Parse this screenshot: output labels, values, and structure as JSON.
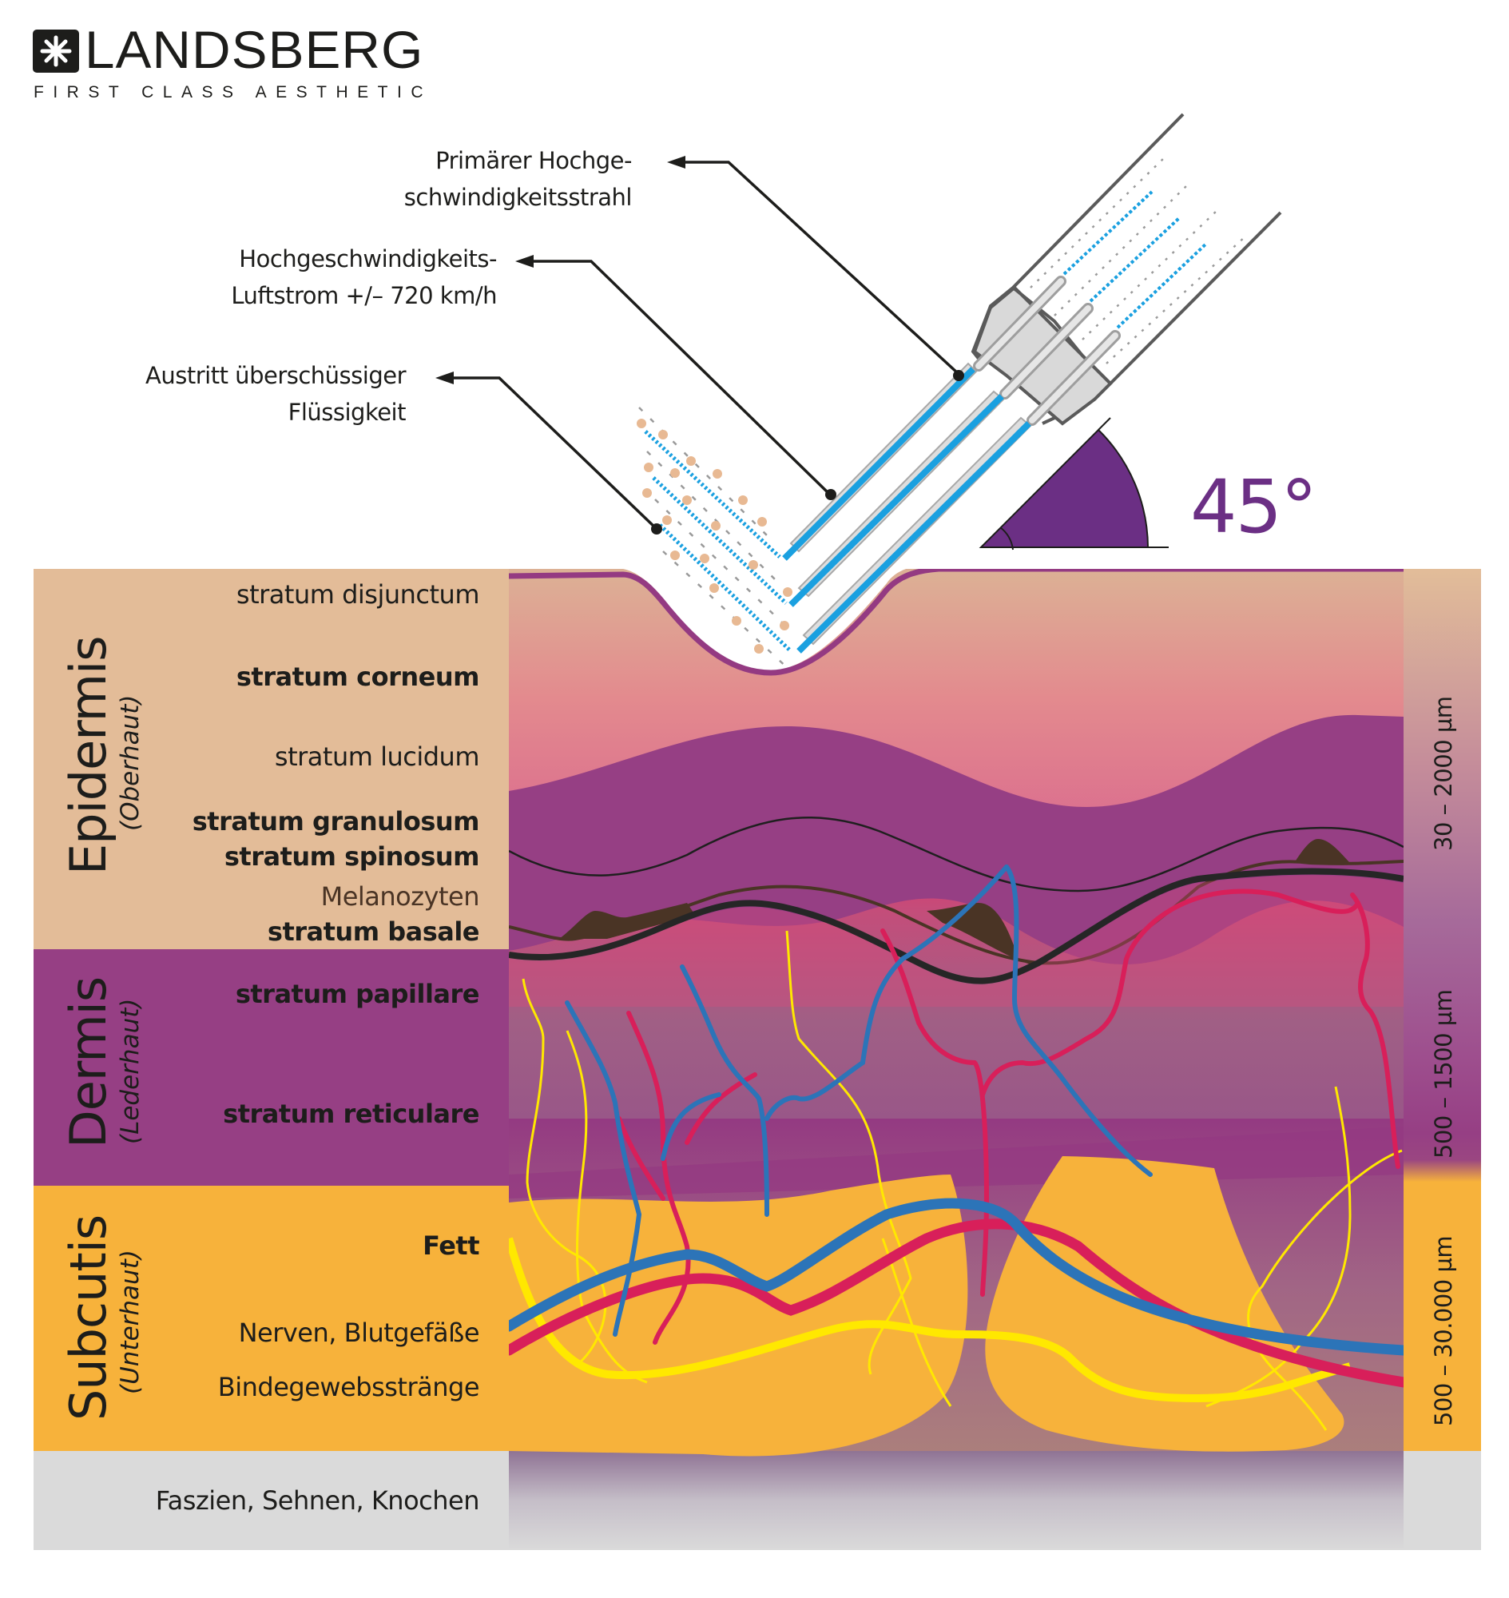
{
  "logo": {
    "brand": "LANDSBERG",
    "tagline": "FIRST CLASS AESTHETIC",
    "icon": "asterisk-icon"
  },
  "callouts": [
    {
      "id": "primary-jet",
      "lines": [
        "Primärer Hochge-",
        "schwindigkeitsstrahl"
      ]
    },
    {
      "id": "airflow",
      "lines": [
        "Hochgeschwindigkeits-",
        "Luftstrom +/– 720 km/h"
      ]
    },
    {
      "id": "excess-fluid",
      "lines": [
        "Austritt überschüssiger",
        "Flüssigkeit"
      ]
    }
  ],
  "angle": {
    "label": "45°",
    "degrees": 45
  },
  "layers": {
    "epidermis": {
      "title": "Epidermis",
      "subtitle": "(Oberhaut)",
      "thickness": "30 – 2000 µm",
      "strata": [
        {
          "label": "stratum disjunctum",
          "style": "regular"
        },
        {
          "label": "stratum corneum",
          "style": "bold"
        },
        {
          "label": "stratum lucidum",
          "style": "regular"
        },
        {
          "label": "stratum granulosum",
          "style": "bold"
        },
        {
          "label": "stratum spinosum",
          "style": "bold"
        },
        {
          "label": "Melanozyten",
          "style": "brown"
        },
        {
          "label": "stratum basale",
          "style": "bold"
        }
      ]
    },
    "dermis": {
      "title": "Dermis",
      "subtitle": "(Lederhaut)",
      "thickness": "500 – 1500 µm",
      "strata": [
        {
          "label": "stratum papillare",
          "style": "bold"
        },
        {
          "label": "stratum reticulare",
          "style": "bold"
        }
      ]
    },
    "subcutis": {
      "title": "Subcutis",
      "subtitle": "(Unterhaut)",
      "thickness": "500 – 30.000 µm",
      "strata": [
        {
          "label": "Fett",
          "style": "bold"
        },
        {
          "label": "Nerven, Blutgefäße",
          "style": "regular"
        },
        {
          "label": "Bindegewebsstränge",
          "style": "regular"
        }
      ]
    },
    "base": {
      "label": "Faszien, Sehnen, Knochen"
    }
  },
  "colors": {
    "epidermis": "#e3bc98",
    "dermis": "#963f84",
    "subcutis": "#f7b23b",
    "base": "#dadada",
    "angle": "#6b2f84",
    "jet": "#1aa0e0",
    "artery": "#d81f5a",
    "vein": "#2c74b8",
    "nerve": "#ffe800",
    "melanocyte": "#4a3425"
  }
}
